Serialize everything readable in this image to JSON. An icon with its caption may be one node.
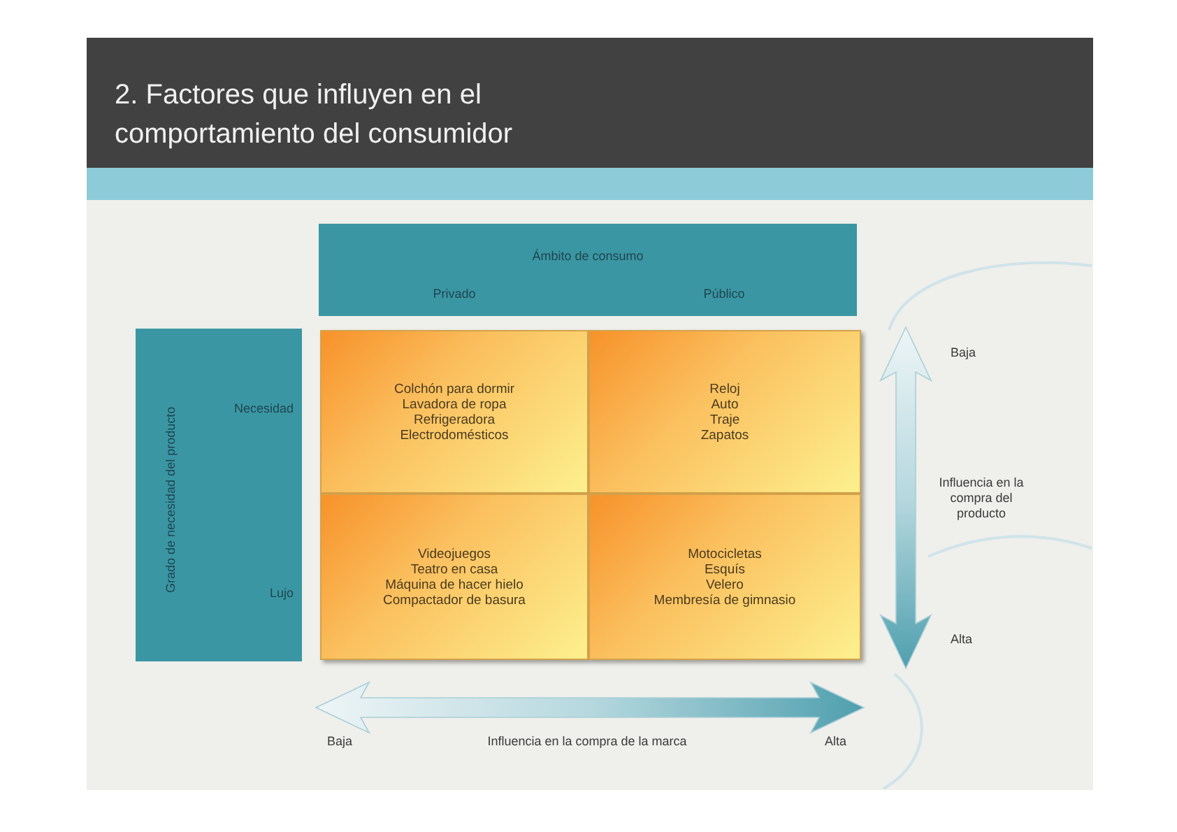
{
  "diagram": {
    "title": "2. Factores que influyen en el comportamiento del consumidor",
    "nodes": [
      {
        "text": [
          "Ámbito de consumo",
          "Privado",
          "Público"
        ]
      },
      {
        "text": [
          "Grado de necesidad del producto",
          "Necesidad",
          "Lujo"
        ]
      },
      {
        "text": [
          "Colchón para dormir",
          "Lavadora de ropa",
          "Refrigeradora",
          "Electrodomésticos"
        ]
      },
      {
        "text": [
          "Reloj",
          "Auto",
          "Traje",
          "Zapatos"
        ]
      },
      {
        "text": [
          "Videojuegos",
          "Teatro en casa",
          "Máquina de hacer hielo",
          "Compactador de basura"
        ]
      },
      {
        "text": [
          "Motocicletas",
          "Esquís",
          "Velero",
          "Membresía de gimnasio"
        ]
      }
    ],
    "labels": [
      "Baja",
      "Influencia en la compra del producto",
      "Alta",
      "Baja",
      "Influencia en la compra de la marca",
      "Alta"
    ]
  }
}
